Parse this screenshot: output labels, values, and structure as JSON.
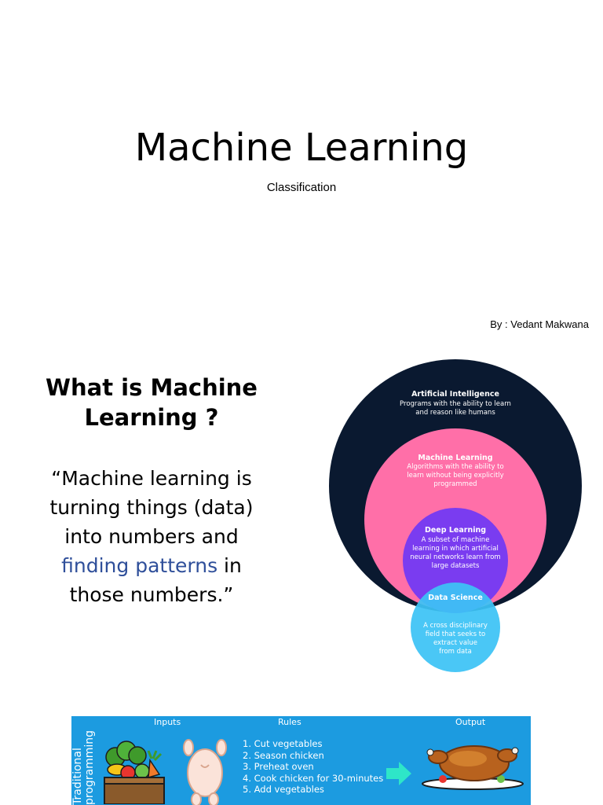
{
  "slide1": {
    "title": "Machine Learning",
    "subtitle": "Classification",
    "author": "By : Vedant Makwana"
  },
  "slide2": {
    "heading_line1": "What is Machine",
    "heading_line2": "Learning ?",
    "quote": {
      "line1": "“Machine learning is",
      "line2": "turning things (data)",
      "line3": "into numbers and",
      "line4_highlight": "finding patterns",
      "line4_rest": " in",
      "line5": "those  numbers.”"
    },
    "diagram": {
      "ai": {
        "title": "Artificial Intelligence",
        "desc1": "Programs with the ability to learn",
        "desc2": "and reason like humans",
        "color": "#0a1930"
      },
      "ml": {
        "title": "Machine Learning",
        "desc1": "Algorithms with the ability to",
        "desc2": "learn without being explicitly",
        "desc3": "programmed",
        "color": "#ff6fa8"
      },
      "dl": {
        "title": "Deep Learning",
        "desc1": "A subset of machine",
        "desc2": "learning in which artificial",
        "desc3": "neural networks learn from",
        "desc4": "large datasets",
        "color": "#7a3cf0"
      },
      "ds": {
        "title": "Data Science",
        "desc1": "A cross disciplinary",
        "desc2": "field that seeks to",
        "desc3": "extract value",
        "desc4": "from data",
        "color": "#3cc3f5"
      }
    }
  },
  "slide3": {
    "side_label_line1": "Traditional",
    "side_label_line2": "programming",
    "inputs_label": "Inputs",
    "rules_label": "Rules",
    "output_label": "Output",
    "rules": [
      "1.  Cut vegetables",
      "2.  Season chicken",
      "3.  Preheat oven",
      "4.  Cook chicken for 30-minutes",
      "5.  Add vegetables"
    ],
    "background_color": "#1c9be0",
    "arrow_color": "#2ee6c8",
    "icons": [
      "vegetable-crate-icon",
      "raw-chicken-icon",
      "arrow-right-icon",
      "roast-chicken-icon"
    ]
  }
}
